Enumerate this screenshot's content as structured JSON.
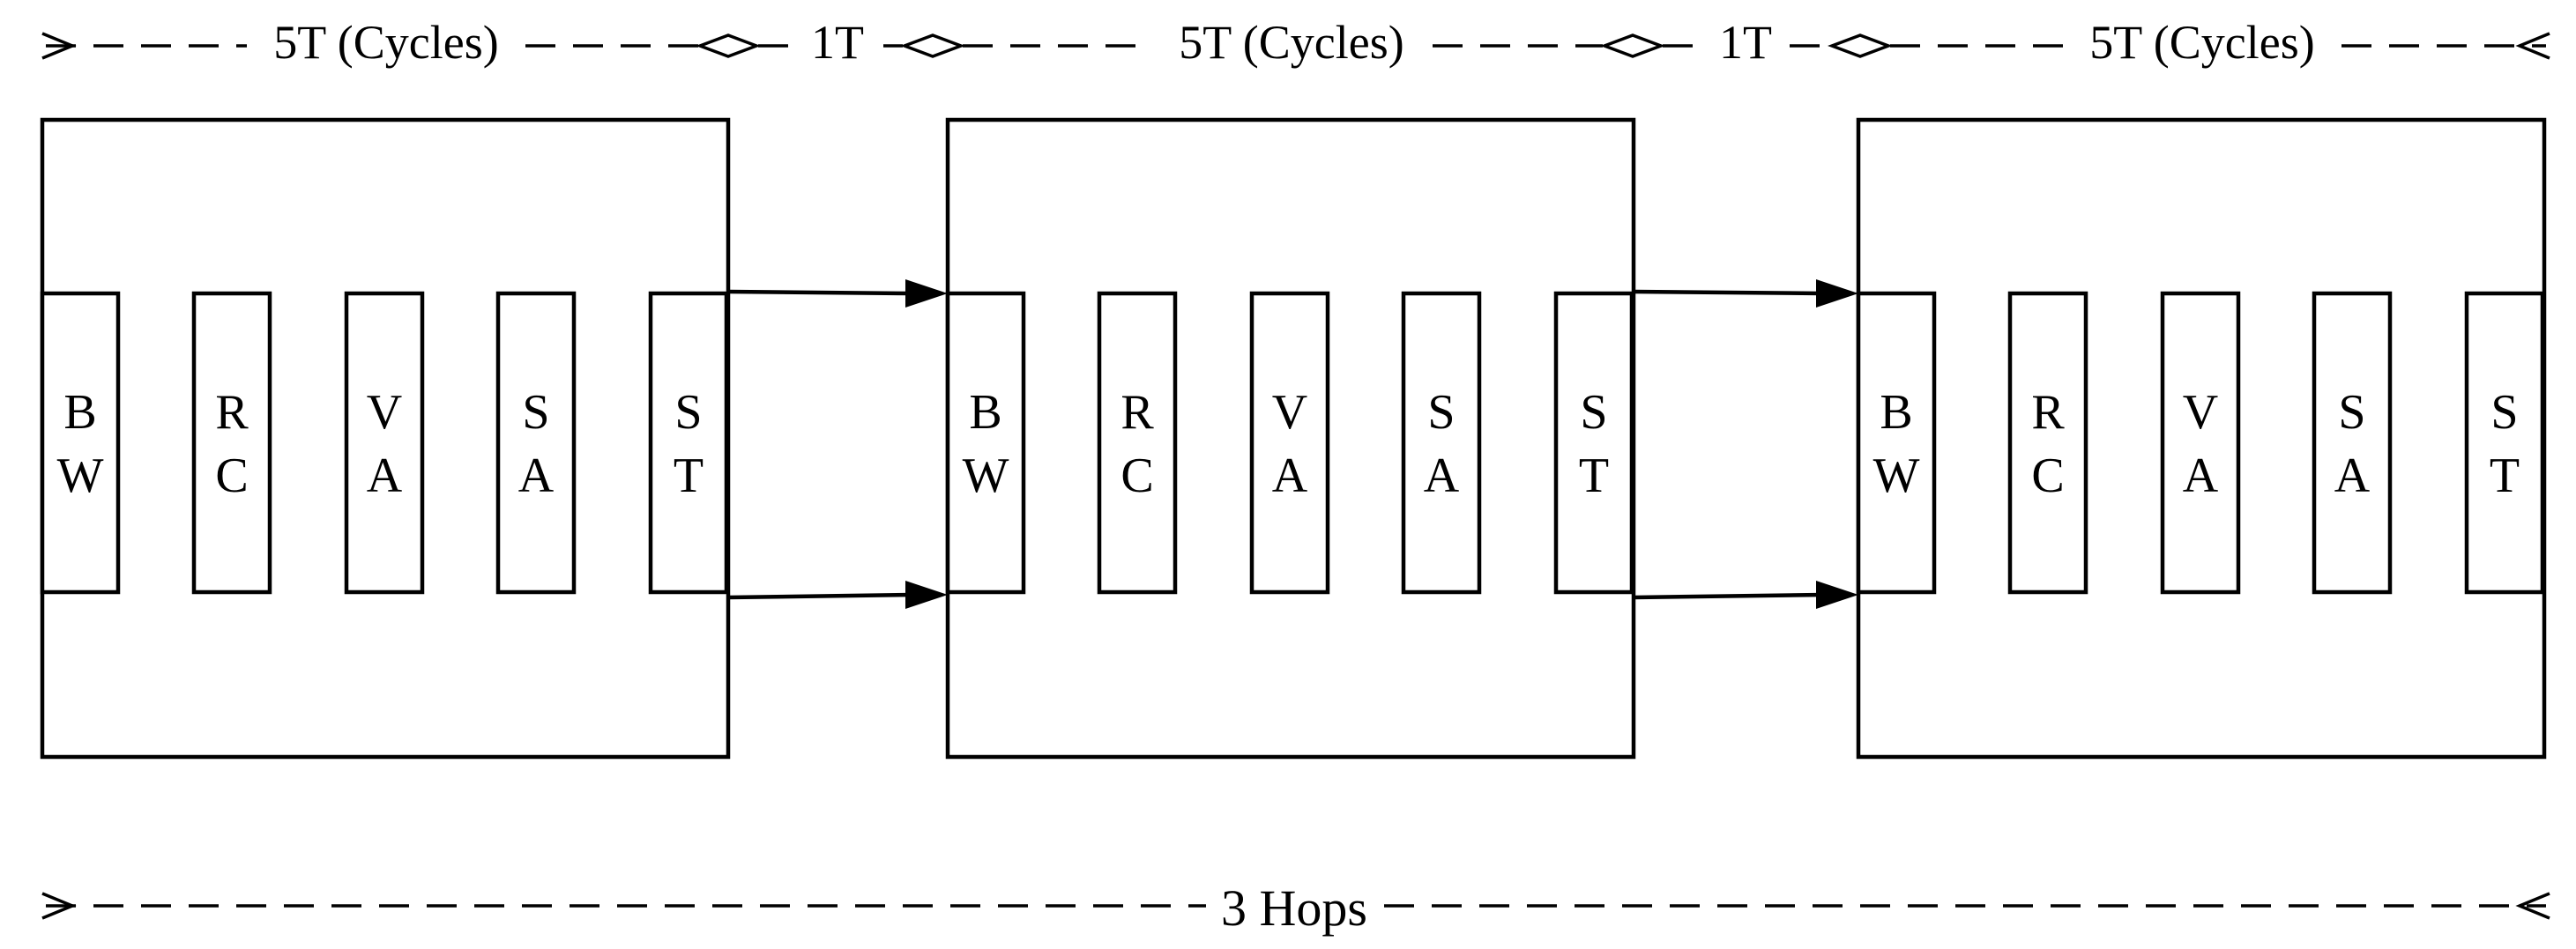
{
  "timing": {
    "router_label": "5T (Cycles)",
    "link_label": "1T"
  },
  "routers": [
    {
      "stages": [
        {
          "top": "B",
          "bottom": "W"
        },
        {
          "top": "R",
          "bottom": "C"
        },
        {
          "top": "V",
          "bottom": "A"
        },
        {
          "top": "S",
          "bottom": "A"
        },
        {
          "top": "S",
          "bottom": "T"
        }
      ]
    },
    {
      "stages": [
        {
          "top": "B",
          "bottom": "W"
        },
        {
          "top": "R",
          "bottom": "C"
        },
        {
          "top": "V",
          "bottom": "A"
        },
        {
          "top": "S",
          "bottom": "A"
        },
        {
          "top": "S",
          "bottom": "T"
        }
      ]
    },
    {
      "stages": [
        {
          "top": "B",
          "bottom": "W"
        },
        {
          "top": "R",
          "bottom": "C"
        },
        {
          "top": "V",
          "bottom": "A"
        },
        {
          "top": "S",
          "bottom": "A"
        },
        {
          "top": "S",
          "bottom": "T"
        }
      ]
    }
  ],
  "hops": {
    "label": "3 Hops"
  }
}
